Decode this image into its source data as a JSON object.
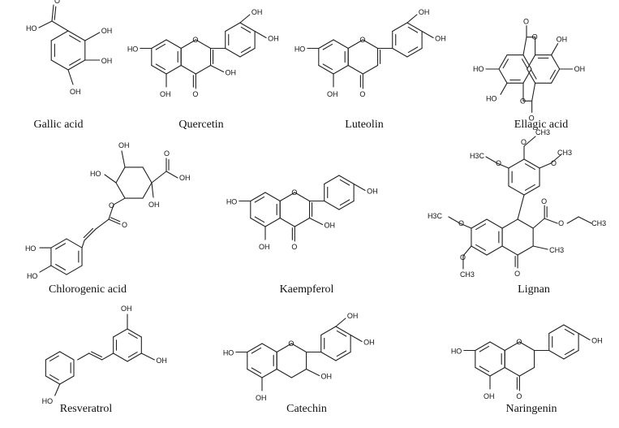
{
  "molecules": [
    {
      "id": "gallic",
      "name": "Gallic acid",
      "atoms": [
        [
          "acid_o",
          "O"
        ],
        [
          "acid_oh",
          "HO"
        ],
        [
          "oh3",
          "OH"
        ],
        [
          "oh4",
          "OH"
        ],
        [
          "oh5",
          "OH"
        ]
      ]
    },
    {
      "id": "quercetin",
      "name": "Quercetin",
      "atoms": [
        [
          "ho7",
          "HO"
        ],
        [
          "o1",
          "O"
        ],
        [
          "oh3p",
          "OH"
        ],
        [
          "oh4p",
          "OH"
        ],
        [
          "oh3",
          "OH"
        ],
        [
          "o4",
          "O"
        ],
        [
          "oh5",
          "OH"
        ]
      ]
    },
    {
      "id": "luteolin",
      "name": "Luteolin",
      "atoms": [
        [
          "ho7",
          "HO"
        ],
        [
          "o1",
          "O"
        ],
        [
          "oh3p",
          "OH"
        ],
        [
          "oh4p",
          "OH"
        ],
        [
          "o4",
          "O"
        ],
        [
          "oh5",
          "OH"
        ]
      ]
    },
    {
      "id": "ellagic",
      "name": "Ellagic acid",
      "atoms": [
        [
          "o_top",
          "O"
        ],
        [
          "o_ring1",
          "O"
        ],
        [
          "oh_r1",
          "OH"
        ],
        [
          "oh_r2",
          "OH"
        ],
        [
          "ho_l1",
          "HO"
        ],
        [
          "ho_l2",
          "HO"
        ],
        [
          "o_ring2",
          "O"
        ],
        [
          "o_bot",
          "O"
        ]
      ]
    },
    {
      "id": "chlorogenic",
      "name": "Chlorogenic acid",
      "atoms": [
        [
          "oh_top",
          "OH"
        ],
        [
          "ho_left",
          "HO"
        ],
        [
          "o_ester",
          "O"
        ],
        [
          "o_carb",
          "O"
        ],
        [
          "cooh_o",
          "O"
        ],
        [
          "cooh_oh",
          "OH"
        ],
        [
          "oh_q",
          "OH"
        ],
        [
          "ho_3",
          "HO"
        ],
        [
          "ho_4",
          "HO"
        ]
      ]
    },
    {
      "id": "kaempferol",
      "name": "Kaempferol",
      "atoms": [
        [
          "ho7",
          "HO"
        ],
        [
          "o1",
          "O"
        ],
        [
          "oh4p",
          "OH"
        ],
        [
          "oh3",
          "OH"
        ],
        [
          "o4",
          "O"
        ],
        [
          "oh5",
          "OH"
        ]
      ]
    },
    {
      "id": "lignan",
      "name": "Lignan",
      "atoms": [
        [
          "ome_top_o",
          "O"
        ],
        [
          "ome_top_c",
          "CH3"
        ],
        [
          "ome_l_c",
          "H3C"
        ],
        [
          "ome_l_o",
          "O"
        ],
        [
          "ome_r_o",
          "O"
        ],
        [
          "ome_r_c",
          "CH3"
        ],
        [
          "o_carb",
          "O"
        ],
        [
          "o_ester",
          "O"
        ],
        [
          "ch3_ethyl",
          "CH3"
        ],
        [
          "h3c_6",
          "H3C"
        ],
        [
          "o_6",
          "O"
        ],
        [
          "o_7",
          "O"
        ],
        [
          "ch3_7",
          "CH3"
        ],
        [
          "o_keto",
          "O"
        ],
        [
          "ch3_ring",
          "CH3"
        ]
      ]
    },
    {
      "id": "resveratrol",
      "name": "Resveratrol",
      "atoms": [
        [
          "oh_top",
          "OH"
        ],
        [
          "oh_right",
          "OH"
        ],
        [
          "ho_4p",
          "HO"
        ]
      ]
    },
    {
      "id": "catechin",
      "name": "Catechin",
      "atoms": [
        [
          "ho7",
          "HO"
        ],
        [
          "o1",
          "O"
        ],
        [
          "oh3p",
          "OH"
        ],
        [
          "oh4p",
          "OH"
        ],
        [
          "oh3",
          "OH"
        ],
        [
          "oh5",
          "OH"
        ]
      ]
    },
    {
      "id": "naringenin",
      "name": "Naringenin",
      "atoms": [
        [
          "ho7",
          "HO"
        ],
        [
          "o1",
          "O"
        ],
        [
          "oh4p",
          "OH"
        ],
        [
          "o4",
          "O"
        ],
        [
          "oh5",
          "OH"
        ]
      ]
    }
  ]
}
